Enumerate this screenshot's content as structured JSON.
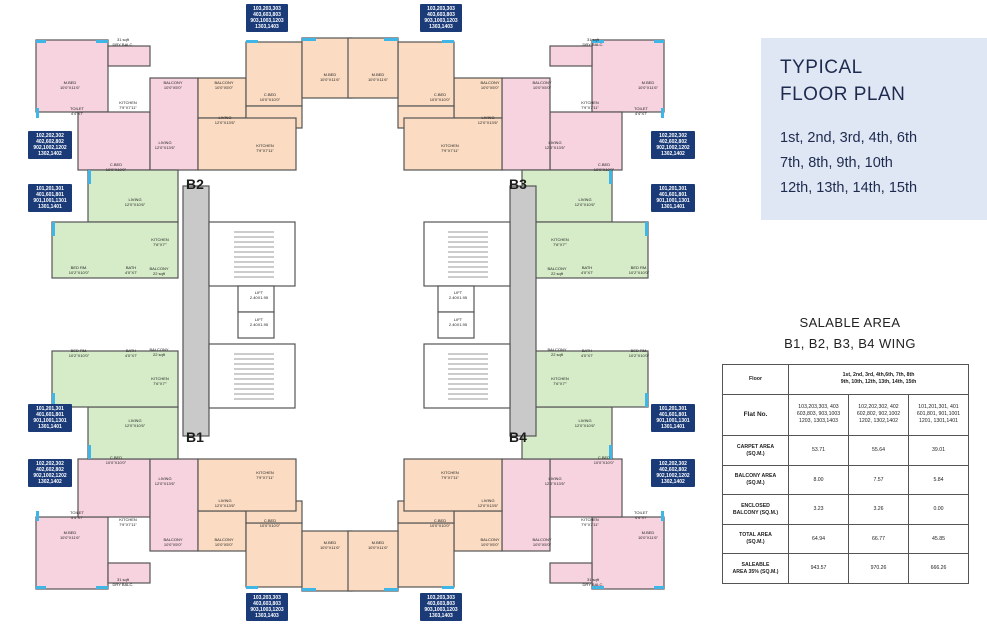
{
  "title_box": {
    "line1": "TYPICAL",
    "line2": "FLOOR PLAN",
    "floors_line1": "1st, 2nd, 3rd, 4th, 6th",
    "floors_line2": "7th, 8th, 9th, 10th",
    "floors_line3": "12th, 13th, 14th, 15th"
  },
  "salable_heading": {
    "line1": "SALABLE AREA",
    "line2": "B1, B2, B3, B4 WING"
  },
  "area_table": {
    "floor_label": "Floor",
    "floor_value": "1st, 2nd, 3rd, 4th,6th, 7th, 8th\n9th, 10th, 12th, 13th, 14th, 15th",
    "flat_label": "Flat No.",
    "flat_cols": [
      "103,203,303, 403\n603,803, 903,1003\n1203, 1303,1403",
      "102,202,302, 402\n602,802, 902,1002\n1202, 1302,1402",
      "101,201,301, 401\n601,801, 901,1001\n1201, 1301,1401"
    ],
    "rows": [
      {
        "label": "CARPET AREA\n(SQ.M.)",
        "values": [
          "53.71",
          "55.64",
          "39.01"
        ]
      },
      {
        "label": "BALCONY AREA\n(SQ.M.)",
        "values": [
          "8.00",
          "7.57",
          "5.84"
        ]
      },
      {
        "label": "ENCLOSED\nBALCONY (SQ.M.)",
        "values": [
          "3.23",
          "3.26",
          "0.00"
        ]
      },
      {
        "label": "TOTAL AREA\n(SQ.M.)",
        "values": [
          "64.94",
          "66.77",
          "45.85"
        ]
      },
      {
        "label": "SALEABLE\nAREA 35% (SQ.M.)",
        "values": [
          "943.57",
          "970.26",
          "666.26"
        ]
      }
    ]
  },
  "plan": {
    "wings": [
      "B1",
      "B2",
      "B3",
      "B4"
    ],
    "flat_tags": {
      "flat_03": "103,203,303\n403,603,803\n903,1003,1203\n1303,1403",
      "flat_02": "102,202,302\n402,602,802\n902,1002,1202\n1302,1402",
      "flat_01": "101,201,301\n401,601,801\n901,1001,1301\n1301,1401"
    },
    "rooms": {
      "mbed": "M.BED\n10'0\"X11'6\"",
      "cbed": "C.BED\n10'0\"X10'0\"",
      "bed": "BED RM.\n10'2\"X10'0\"",
      "living": "LIVING\n12'0\"X13'6\"",
      "living_b": "LIVING\n12'0\"X10'6\"",
      "kitchen": "KITCHEN\n7'9\"X7'11\"",
      "kitchen_b": "KITCHEN\n7'6\"X7'\"",
      "balcony": "BALCONY\n10'0\"X5'0\"",
      "balcony_b": "BALCONY\n22 sqft",
      "toilet": "TOILET\n4'4\"X7'",
      "bath": "BATH\n4'0\"X7'",
      "dry_balc": "31 sqft\nDRY BALC.",
      "lift": "LIFT\n2.40X1.95"
    }
  }
}
